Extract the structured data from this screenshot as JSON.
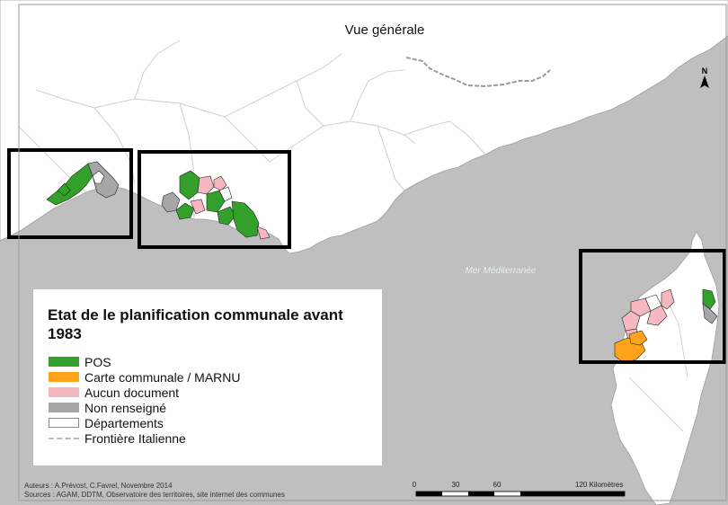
{
  "map": {
    "title": "Vue générale",
    "sea_label": "Mer Méditerranée",
    "north_label": "N",
    "colors": {
      "sea": "#bfbfbf",
      "land": "#ffffff",
      "department_border": "#cfcfcf",
      "italian_border": "#9a9a9a",
      "frame": "#000000"
    }
  },
  "legend": {
    "title": "Etat de le planification communale avant 1983",
    "items": [
      {
        "label": "POS",
        "color": "#33a02c"
      },
      {
        "label": "Carte communale / MARNU",
        "color": "#ffa31a"
      },
      {
        "label": "Aucun document",
        "color": "#f5b8c0"
      },
      {
        "label": "Non renseigné",
        "color": "#a6a6a6"
      },
      {
        "label": "Départements",
        "color": "#ffffff"
      },
      {
        "label": "Frontière Italienne",
        "color": "#bcbcbc"
      }
    ]
  },
  "credits": {
    "authors": "Auteurs : A.Prévost, C.Favrel, Novembre 2014",
    "sources": "Sources : AGAM, DDTM, Observatoire des territoires, site internet des communes"
  },
  "scale": {
    "labels": [
      "0",
      "30",
      "60",
      "120 Kilomètres"
    ],
    "ticks_km": [
      0,
      30,
      60,
      120
    ]
  }
}
